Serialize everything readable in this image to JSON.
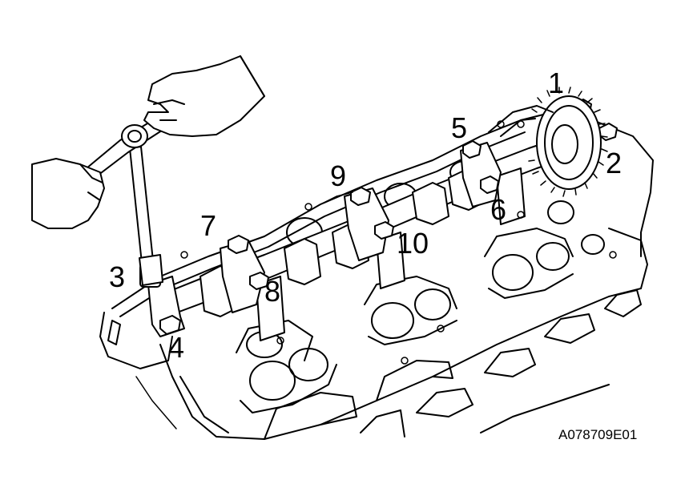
{
  "figure": {
    "id_code": "A078709E01",
    "callouts": [
      "1",
      "2",
      "3",
      "4",
      "5",
      "6",
      "7",
      "8",
      "9",
      "10"
    ]
  },
  "icons": {
    "wrench": "socket-wrench-icon",
    "hands": "hand-icon",
    "cylinder_head": "cylinder-head-icon",
    "camshaft": "camshaft-icon",
    "gear": "timing-gear-icon",
    "bolt": "bolt-icon"
  },
  "colors": {
    "line": "#000000",
    "background": "#ffffff"
  }
}
